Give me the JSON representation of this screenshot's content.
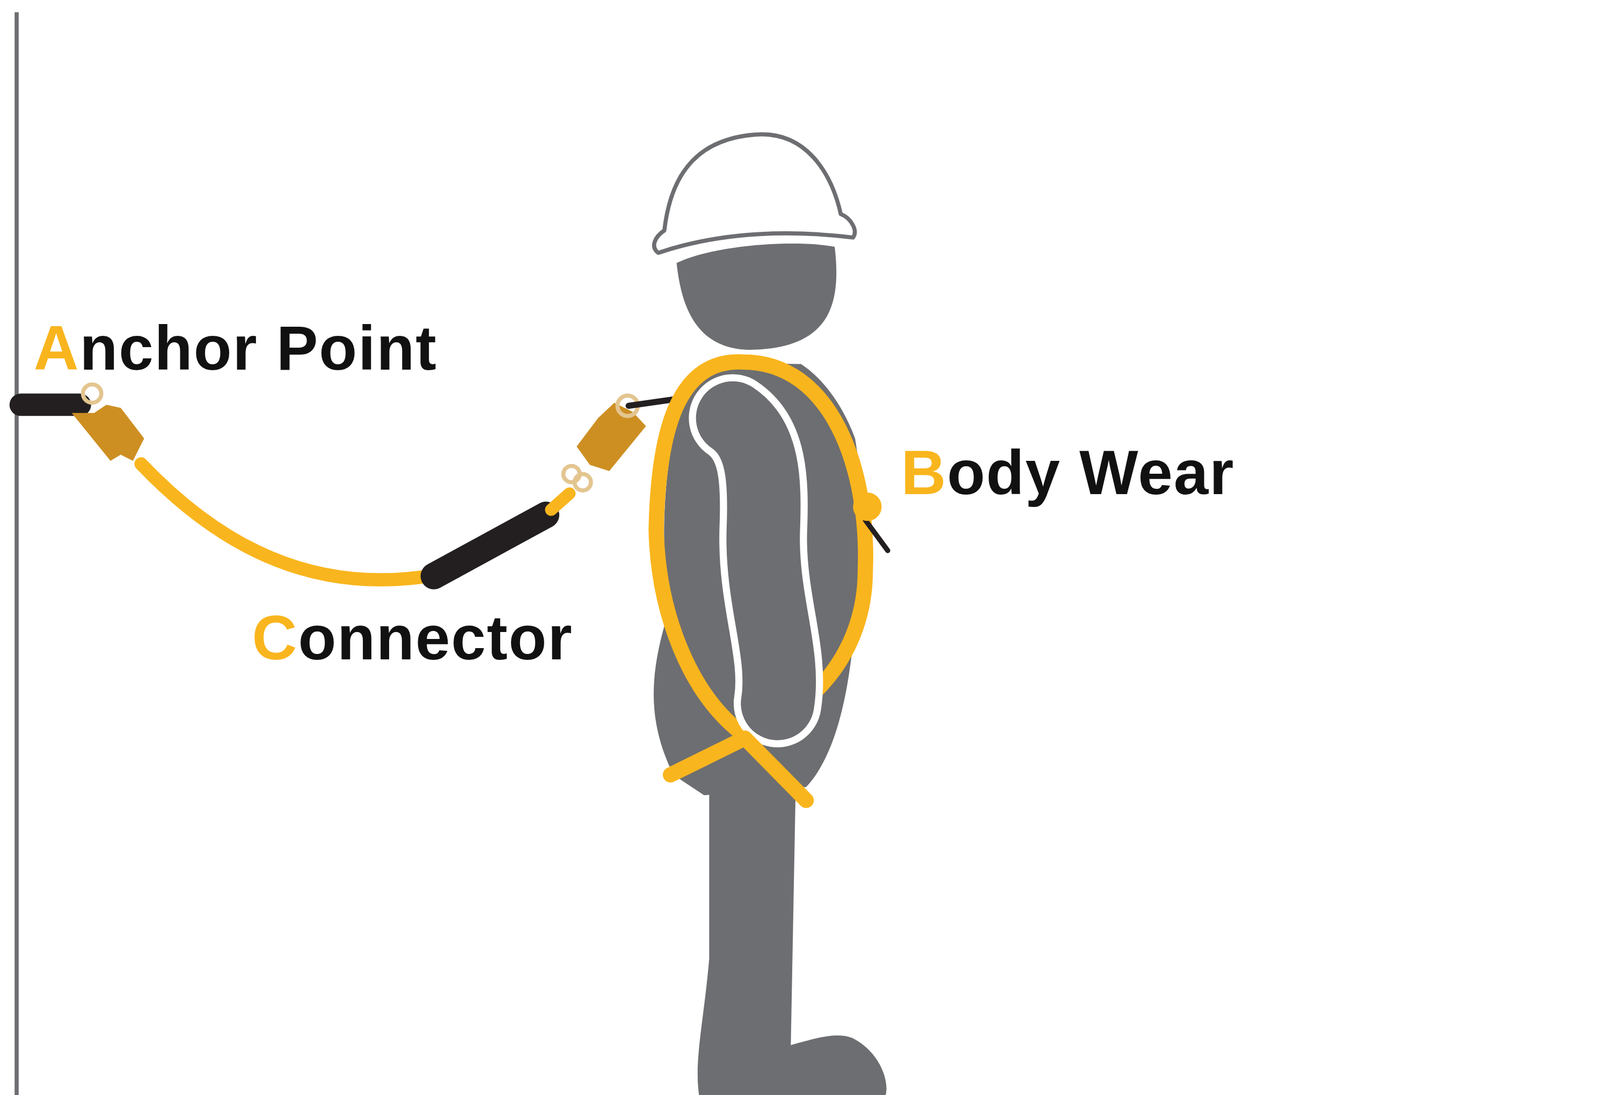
{
  "diagram": {
    "labels": [
      "Anchor Point",
      "Connector",
      "Body Wear"
    ]
  }
}
